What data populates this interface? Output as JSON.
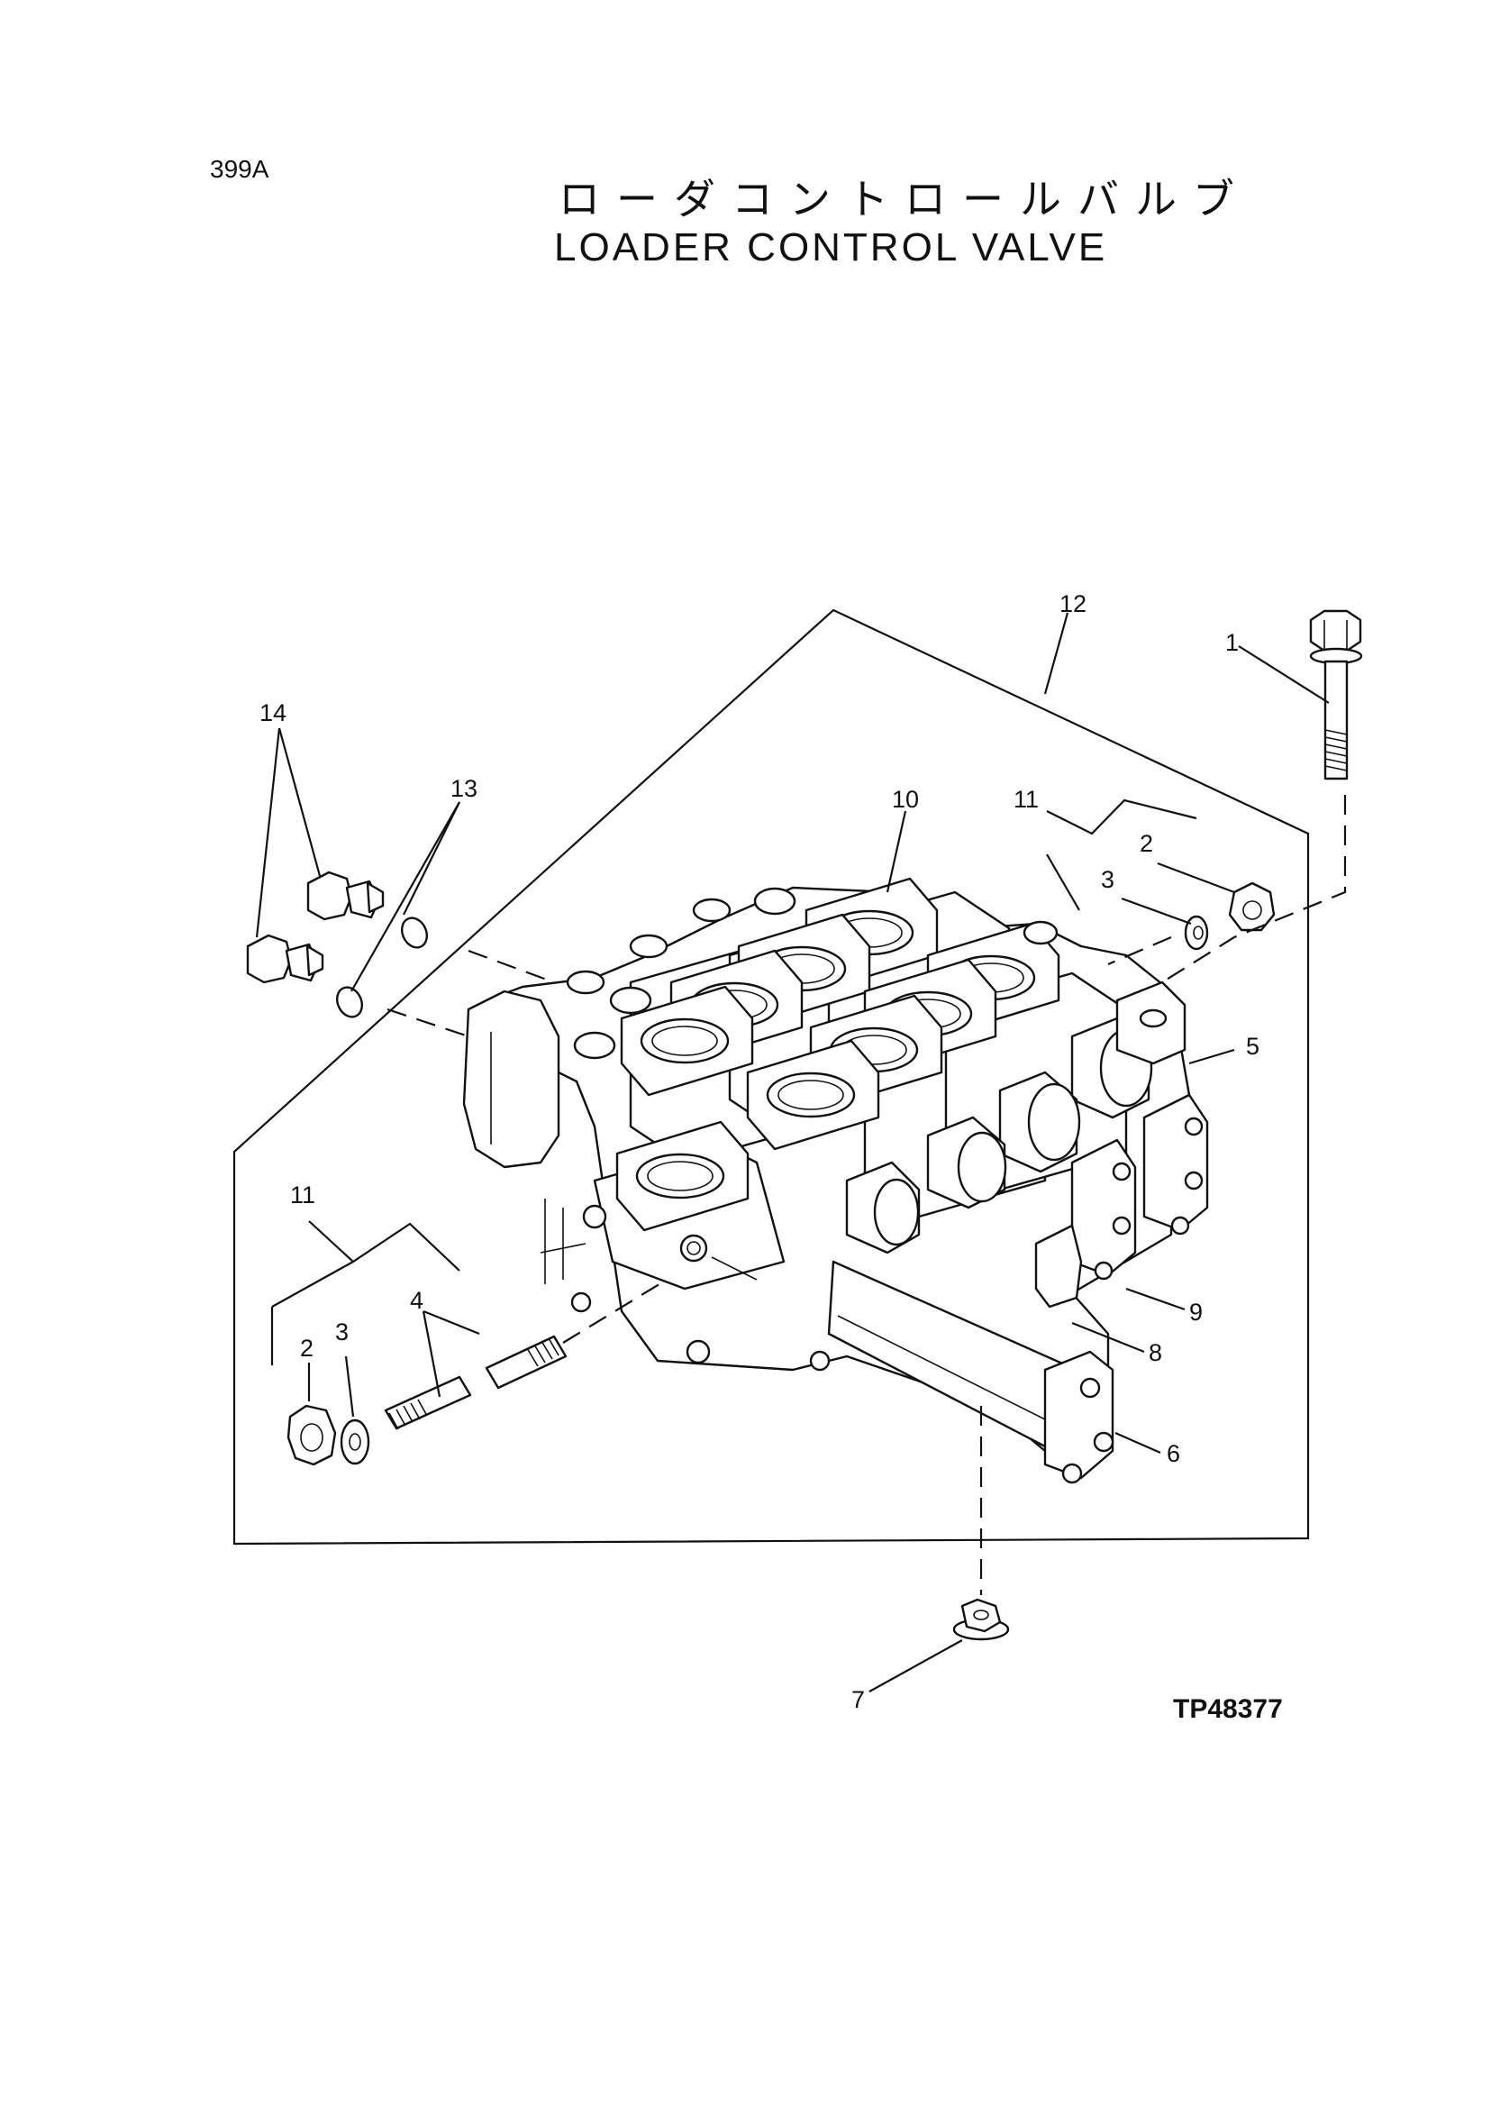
{
  "header": {
    "page_code": "399A",
    "title_jp": "ローダコントロールバルブ",
    "title_en": "LOADER CONTROL VALVE"
  },
  "footer": {
    "drawing_id": "TP48377"
  },
  "callouts": {
    "c1": "1",
    "c2_right": "2",
    "c2_left": "2",
    "c3_right": "3",
    "c3_left": "3",
    "c4": "4",
    "c5": "5",
    "c6": "6",
    "c7": "7",
    "c8": "8",
    "c9": "9",
    "c10": "10",
    "c11_right": "11",
    "c11_left": "11",
    "c12": "12",
    "c13": "13",
    "c14": "14"
  }
}
